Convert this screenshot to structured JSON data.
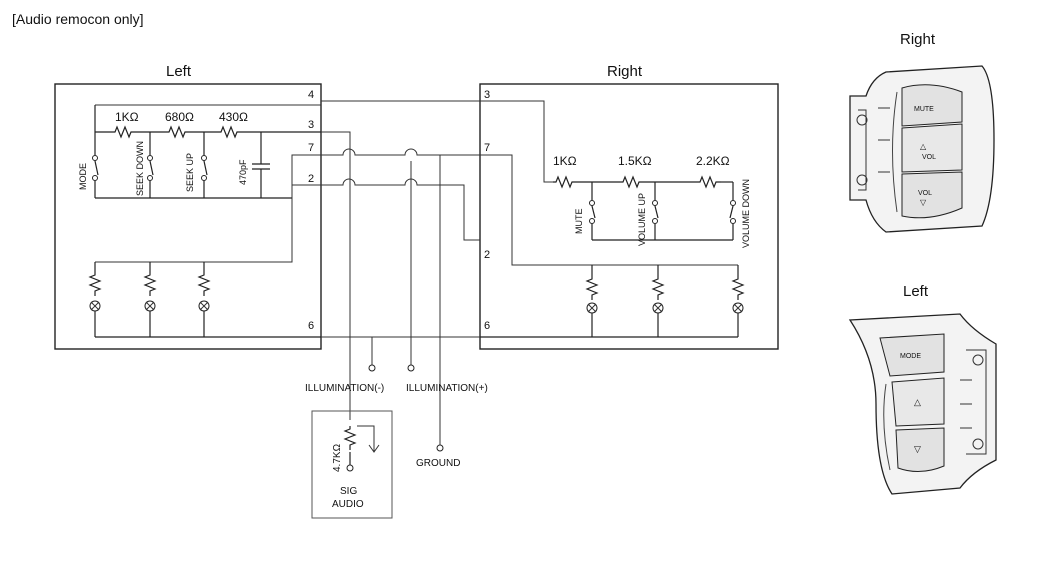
{
  "header": {
    "note": "[Audio remocon only]"
  },
  "left_module": {
    "title": "Left"
  },
  "right_module": {
    "title": "Right"
  },
  "pins": {
    "left_4": "4",
    "left_3": "3",
    "left_7": "7",
    "left_2": "2",
    "left_6": "6",
    "right_3": "3",
    "right_7": "7",
    "right_2": "2",
    "right_6": "6"
  },
  "left_resistors": [
    "1KΩ",
    "680Ω",
    "430Ω"
  ],
  "left_switches": [
    "MODE",
    "SEEK DOWN",
    "SEEK UP"
  ],
  "left_capacitor": "470pF",
  "right_resistors": [
    "1KΩ",
    "1.5KΩ",
    "2.2KΩ"
  ],
  "right_switches": [
    "MUTE",
    "VOLUME UP",
    "VOLUME DOWN"
  ],
  "terminals": {
    "illum_neg": "ILLUMINATION(-)",
    "illum_pos": "ILLUMINATION(+)",
    "ground": "GROUND",
    "sig_audio_line1": "SIG",
    "sig_audio_line2": "AUDIO",
    "sig_resistor": "4.7KΩ"
  },
  "illustrations": {
    "right_label": "Right",
    "left_label": "Left",
    "right_buttons": [
      "MUTE",
      "VOL",
      "VOL"
    ],
    "left_buttons": [
      "MODE"
    ]
  }
}
